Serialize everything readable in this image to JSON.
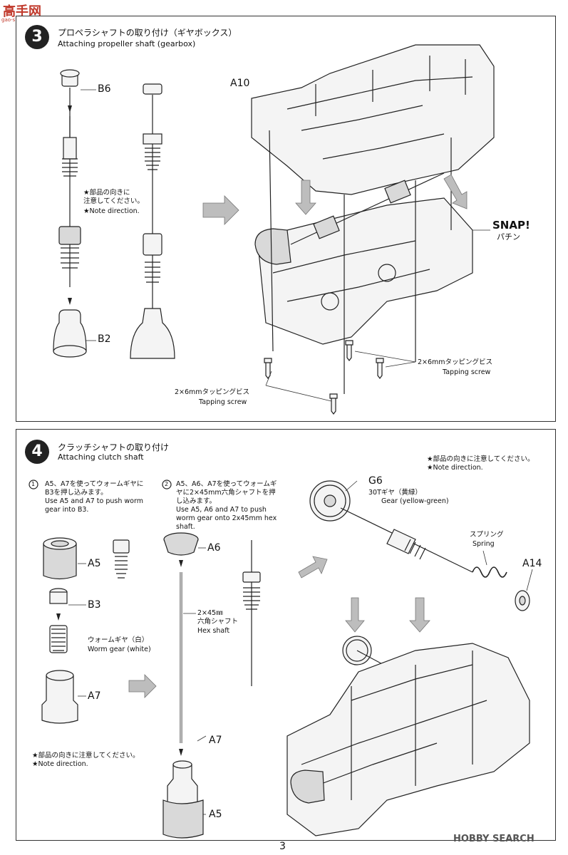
{
  "watermark": {
    "logo": "高手网",
    "url": "gao-shou.com",
    "source": "HOBBY SEARCH"
  },
  "page_number": "3",
  "step3": {
    "number": "3",
    "title_jp": "プロペラシャフトの取り付け（ギヤボックス）",
    "title_en": "Attaching propeller shaft (gearbox)",
    "labels": {
      "b6": "B6",
      "b2": "B2",
      "a10": "A10"
    },
    "note_jp": "★部品の向きに\n注意してください。",
    "note_en": "★Note direction.",
    "snap_en": "SNAP!",
    "snap_jp": "パチン",
    "screw_right_jp": "2×6mmタッピングビス",
    "screw_right_en": "Tapping screw",
    "screw_bottom_jp": "2×6mmタッピングビス",
    "screw_bottom_en": "Tapping screw"
  },
  "step4": {
    "number": "4",
    "title_jp": "クラッチシャフトの取り付け",
    "title_en": "Attaching clutch shaft",
    "sub1_num": "1",
    "sub1_jp": "A5、A7を使ってウォームギヤに\nB3を押し込みます。",
    "sub1_en": "Use A5 and A7 to push worm\ngear into B3.",
    "sub2_num": "2",
    "sub2_jp": "A5、A6、A7を使ってウォームギ\nヤに2×45mm六角シャフトを押\nし込みます。",
    "sub2_en": "Use A5, A6 and A7 to push\nworm gear onto 2x45mm hex\nshaft.",
    "labels": {
      "a5": "A5",
      "b3": "B3",
      "a7": "A7",
      "a6": "A6",
      "a7b": "A7",
      "a5b": "A5",
      "g6": "G6",
      "a14": "A14"
    },
    "worm_jp": "ウォームギヤ（白）",
    "worm_en": "Worm gear (white)",
    "hex_jp": "2×45㎜\n六角シャフト",
    "hex_en": "Hex shaft",
    "gear_jp": "30Tギヤ（黄緑）",
    "gear_en": "Gear (yellow-green)",
    "spring_jp": "スプリング",
    "spring_en": "Spring",
    "note_top_jp": "★部品の向きに注意してください。",
    "note_top_en": "★Note direction.",
    "note_bottom_jp": "★部品の向きに注意してください。",
    "note_bottom_en": "★Note direction."
  }
}
